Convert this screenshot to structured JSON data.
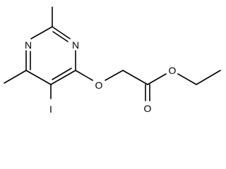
{
  "structure": {
    "atoms": {
      "n1": "N",
      "n3": "N",
      "o_ether": "O",
      "iodine": "I",
      "o_carbonyl": "O",
      "o_ester": "O"
    }
  },
  "colors": {
    "bond": "#000000",
    "label": "#000000",
    "background": "#ffffff"
  }
}
